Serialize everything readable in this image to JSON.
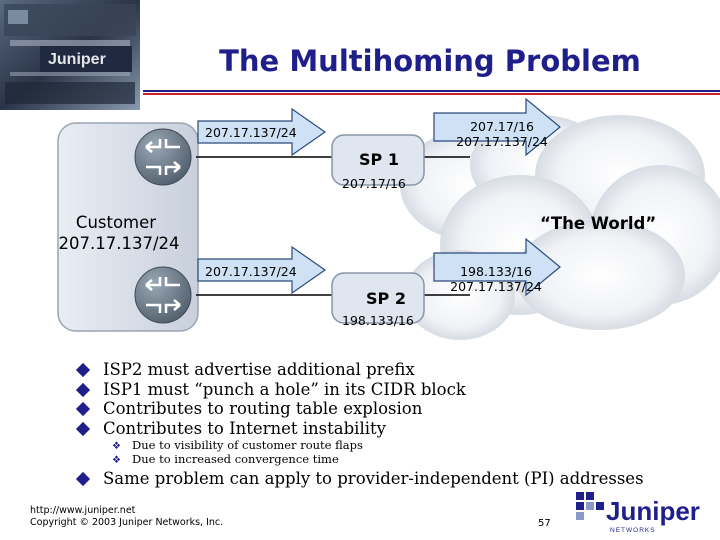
{
  "title": "The Multihoming Problem",
  "diagram": {
    "arrow_top_left": "207.17.137/24",
    "arrow_top_right_line1": "207.17/16",
    "arrow_top_right_line2": "207.17.137/24",
    "sp1_label": "SP 1",
    "sp1_prefix": "207.17/16",
    "customer_label": "Customer",
    "customer_prefix": "207.17.137/24",
    "world_label": "“The World”",
    "arrow_bottom_left": "207.17.137/24",
    "arrow_bottom_right_line1": "198.133/16",
    "arrow_bottom_right_line2": "207.17.137/24",
    "sp2_label": "SP 2",
    "sp2_prefix": "198.133/16"
  },
  "bullets": [
    "ISP2 must advertise additional prefix",
    "ISP1 must “punch a hole” in its CIDR block",
    "Contributes to routing table explosion",
    "Contributes to Internet instability"
  ],
  "sub_bullets": [
    "Due to visibility of customer route flaps",
    "Due to increased convergence time"
  ],
  "last_bullet": "Same problem can apply to provider-independent (PI) addresses",
  "footer": {
    "url": "http://www.juniper.net",
    "copyright": "Copyright © 2003 Juniper Networks, Inc.",
    "page": "57",
    "logo_text": "Juniper",
    "logo_subtext": "NETWORKS",
    "logo_photo_text": "Juniper"
  },
  "colors": {
    "title": "#1f1f8c",
    "bullet": "#1f1f8c",
    "rule_red": "#cc2222",
    "cloud_back": "#1a2a4a",
    "arrow_fill": "#cfe2f5",
    "router": "#6a7a88"
  }
}
